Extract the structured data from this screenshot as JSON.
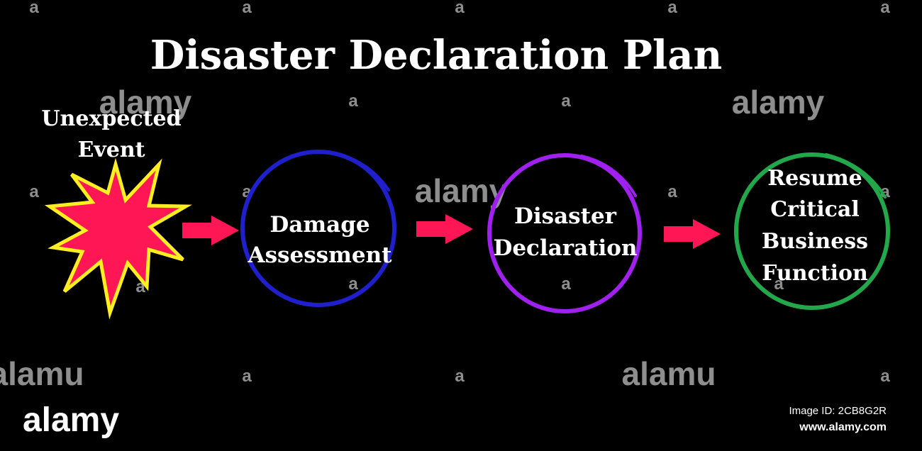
{
  "title": "Disaster Declaration Plan",
  "colors": {
    "background": "#000000",
    "text": "#FFFFFF",
    "starburst_fill": "#FF1654",
    "starburst_outline": "#FFEE22",
    "arrow": "#FF1654",
    "circle_1": "#1F1FCC",
    "circle_2": "#A020F0",
    "circle_3": "#22A84A",
    "watermark": "#BEBEBE"
  },
  "steps": [
    {
      "lines": [
        "Unexpected",
        "Event"
      ],
      "shape": "starburst-icon"
    },
    {
      "lines": [
        "Damage",
        "Assessment"
      ],
      "shape": "circle"
    },
    {
      "lines": [
        "Disaster",
        "Declaration"
      ],
      "shape": "circle"
    },
    {
      "lines": [
        "Resume",
        "Critical",
        "Business",
        "Function"
      ],
      "shape": "circle"
    }
  ],
  "watermarks": {
    "brand": "alamy",
    "brand_variant": "alamu",
    "small_mark": "a",
    "image_id": "Image ID: 2CB8G2R",
    "site": "www.alamy.com"
  }
}
